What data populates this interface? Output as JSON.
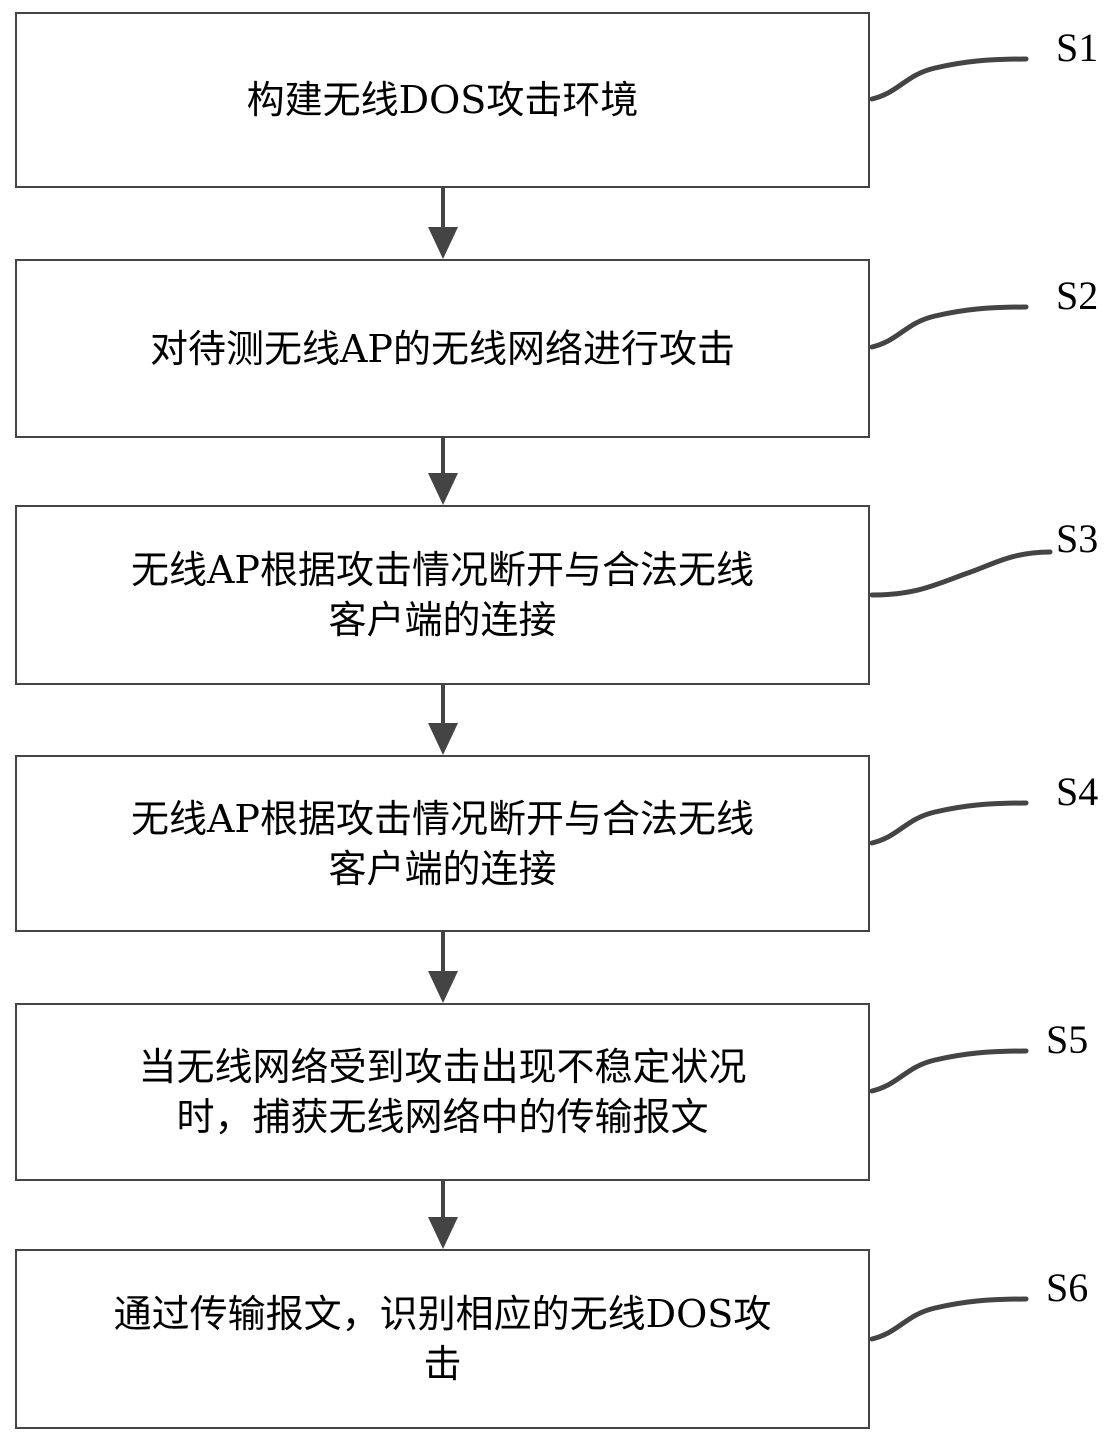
{
  "diagram": {
    "type": "flowchart",
    "direction": "top-to-bottom",
    "colors": {
      "stroke": "#444444",
      "text": "#000000",
      "background": "#ffffff"
    },
    "steps": [
      {
        "id": "S1",
        "label": "S1",
        "lines": [
          "构建无线DOS攻击环境"
        ]
      },
      {
        "id": "S2",
        "label": "S2",
        "lines": [
          "对待测无线AP的无线网络进行攻击"
        ]
      },
      {
        "id": "S3",
        "label": "S3",
        "lines": [
          "无线AP根据攻击情况断开与合法无线",
          "客户端的连接"
        ]
      },
      {
        "id": "S4",
        "label": "S4",
        "lines": [
          "无线AP根据攻击情况断开与合法无线",
          "客户端的连接"
        ]
      },
      {
        "id": "S5",
        "label": "S5",
        "lines": [
          "当无线网络受到攻击出现不稳定状况",
          "时，捕获无线网络中的传输报文"
        ]
      },
      {
        "id": "S6",
        "label": "S6",
        "lines": [
          "通过传输报文，识别相应的无线DOS攻",
          "击"
        ]
      }
    ],
    "edges": [
      {
        "from": "S1",
        "to": "S2"
      },
      {
        "from": "S2",
        "to": "S3"
      },
      {
        "from": "S3",
        "to": "S4"
      },
      {
        "from": "S4",
        "to": "S5"
      },
      {
        "from": "S5",
        "to": "S6"
      }
    ]
  }
}
